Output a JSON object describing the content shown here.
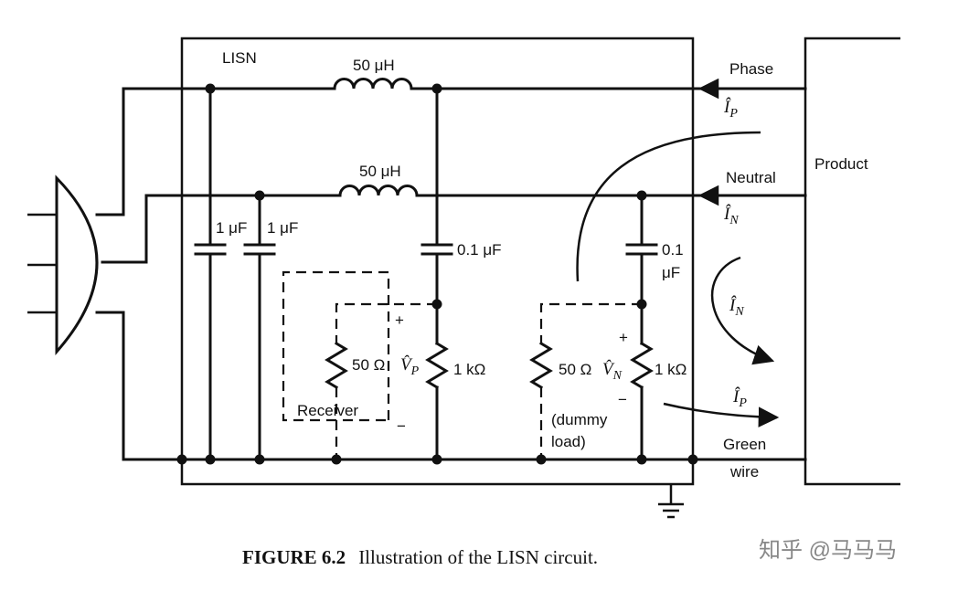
{
  "labels": {
    "lisn": "LISN",
    "inductor_phase": "50 μH",
    "inductor_neutral": "50 μH",
    "cap_a": "1 μF",
    "cap_b": "1 μF",
    "cap_phase": "0.1 μF",
    "cap_neutral_1": "0.1",
    "cap_neutral_2": "μF",
    "res_receiver": "50 Ω",
    "res_phase": "1 kΩ",
    "res_dummy": "50 Ω",
    "res_neutral": "1 kΩ",
    "receiver": "Receiver",
    "dummy_1": "(dummy",
    "dummy_2": "load)",
    "phase": "Phase",
    "neutral": "Neutral",
    "green_1": "Green",
    "green_2": "wire",
    "product": "Product",
    "plus": "+",
    "minus": "−",
    "vp": "V̂P",
    "vn": "V̂N",
    "ip": "ÎP",
    "in": "ÎN"
  },
  "math": {
    "vp_base": "V̂",
    "vp_sub": "P",
    "vn_base": "V̂",
    "vn_sub": "N",
    "ip_base": "Î",
    "ip_sub": "P",
    "in_base": "Î",
    "in_sub": "N"
  },
  "caption": {
    "key": "FIGURE 6.2",
    "text": "Illustration of the LISN circuit."
  },
  "watermark": "知乎 @马马马"
}
